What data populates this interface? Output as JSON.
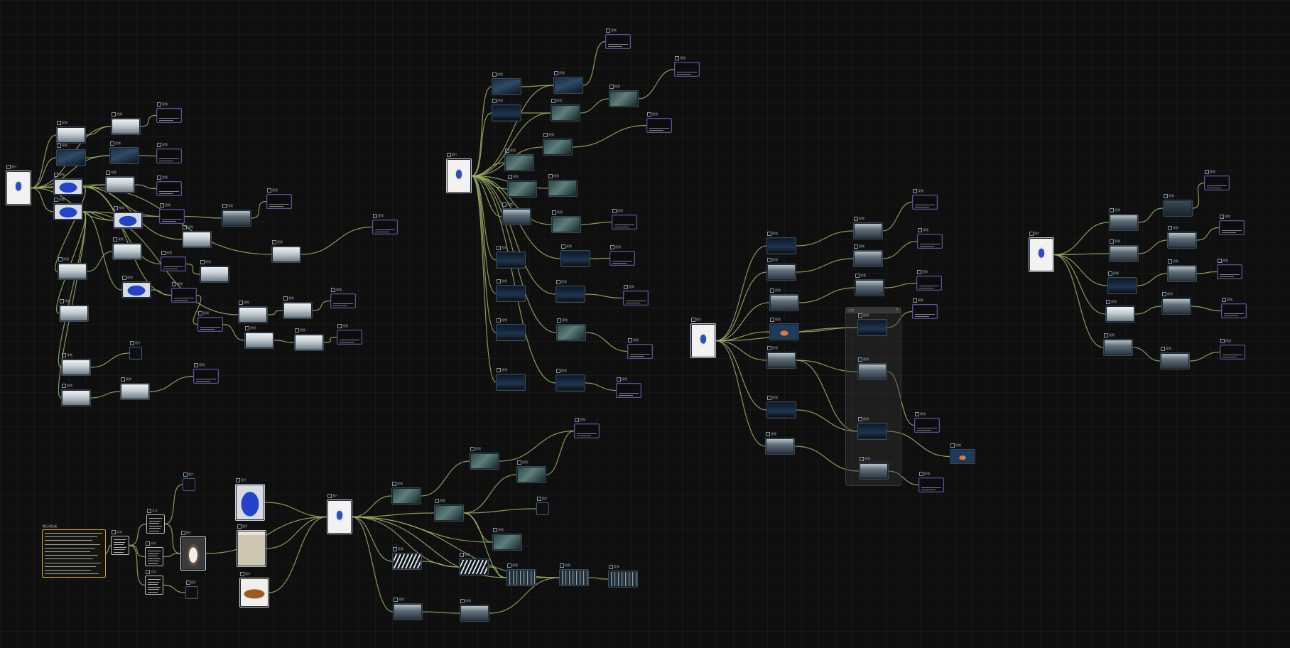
{
  "canvas": {
    "background": "#0f0f0f",
    "edge_color": "#9fb36a"
  },
  "labels": {
    "image": "图片",
    "video": "视频",
    "text": "文本",
    "prompt": "提示词生成"
  },
  "group": {
    "title": "分组",
    "close": "×"
  },
  "prompt_card": {
    "title": "提示词生成"
  },
  "icons": {
    "node": "node-type-icon",
    "close": "close-icon"
  }
}
